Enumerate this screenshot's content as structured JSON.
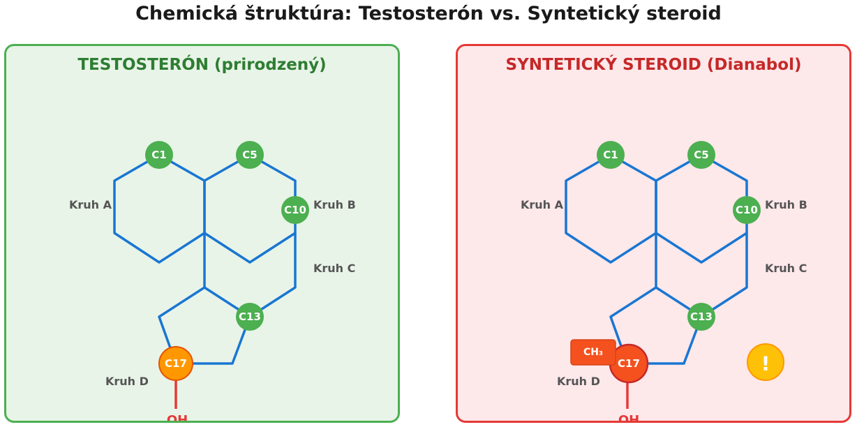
{
  "title": "Chemická štruktúra: Testosterón vs. Syntetický steroid",
  "panels": {
    "left": {
      "title": "TESTOSTERÓN (prirodzený)",
      "rings": {
        "a": "Kruh A",
        "b": "Kruh B",
        "c": "Kruh C",
        "d": "Kruh D"
      },
      "atoms": {
        "c1": "C1",
        "c5": "C5",
        "c10": "C10",
        "c13": "C13",
        "c17": "C17"
      },
      "hydroxyl": "OH"
    },
    "right": {
      "title": "SYNTETICKÝ STEROID (Dianabol)",
      "rings": {
        "a": "Kruh A",
        "b": "Kruh B",
        "c": "Kruh C",
        "d": "Kruh D"
      },
      "atoms": {
        "c1": "C1",
        "c5": "C5",
        "c10": "C10",
        "c13": "C13",
        "c17": "C17"
      },
      "hydroxyl": "OH",
      "methyl_group": "CH₃",
      "warning_symbol": "!"
    }
  },
  "colors": {
    "bond": "#1976d2",
    "atom": "#4caf50",
    "c17_natural": "#ff9800",
    "c17_synthetic": "#f4511e",
    "methyl": "#f4511e",
    "hydroxyl": "#e53935",
    "warning": "#ffc107"
  }
}
